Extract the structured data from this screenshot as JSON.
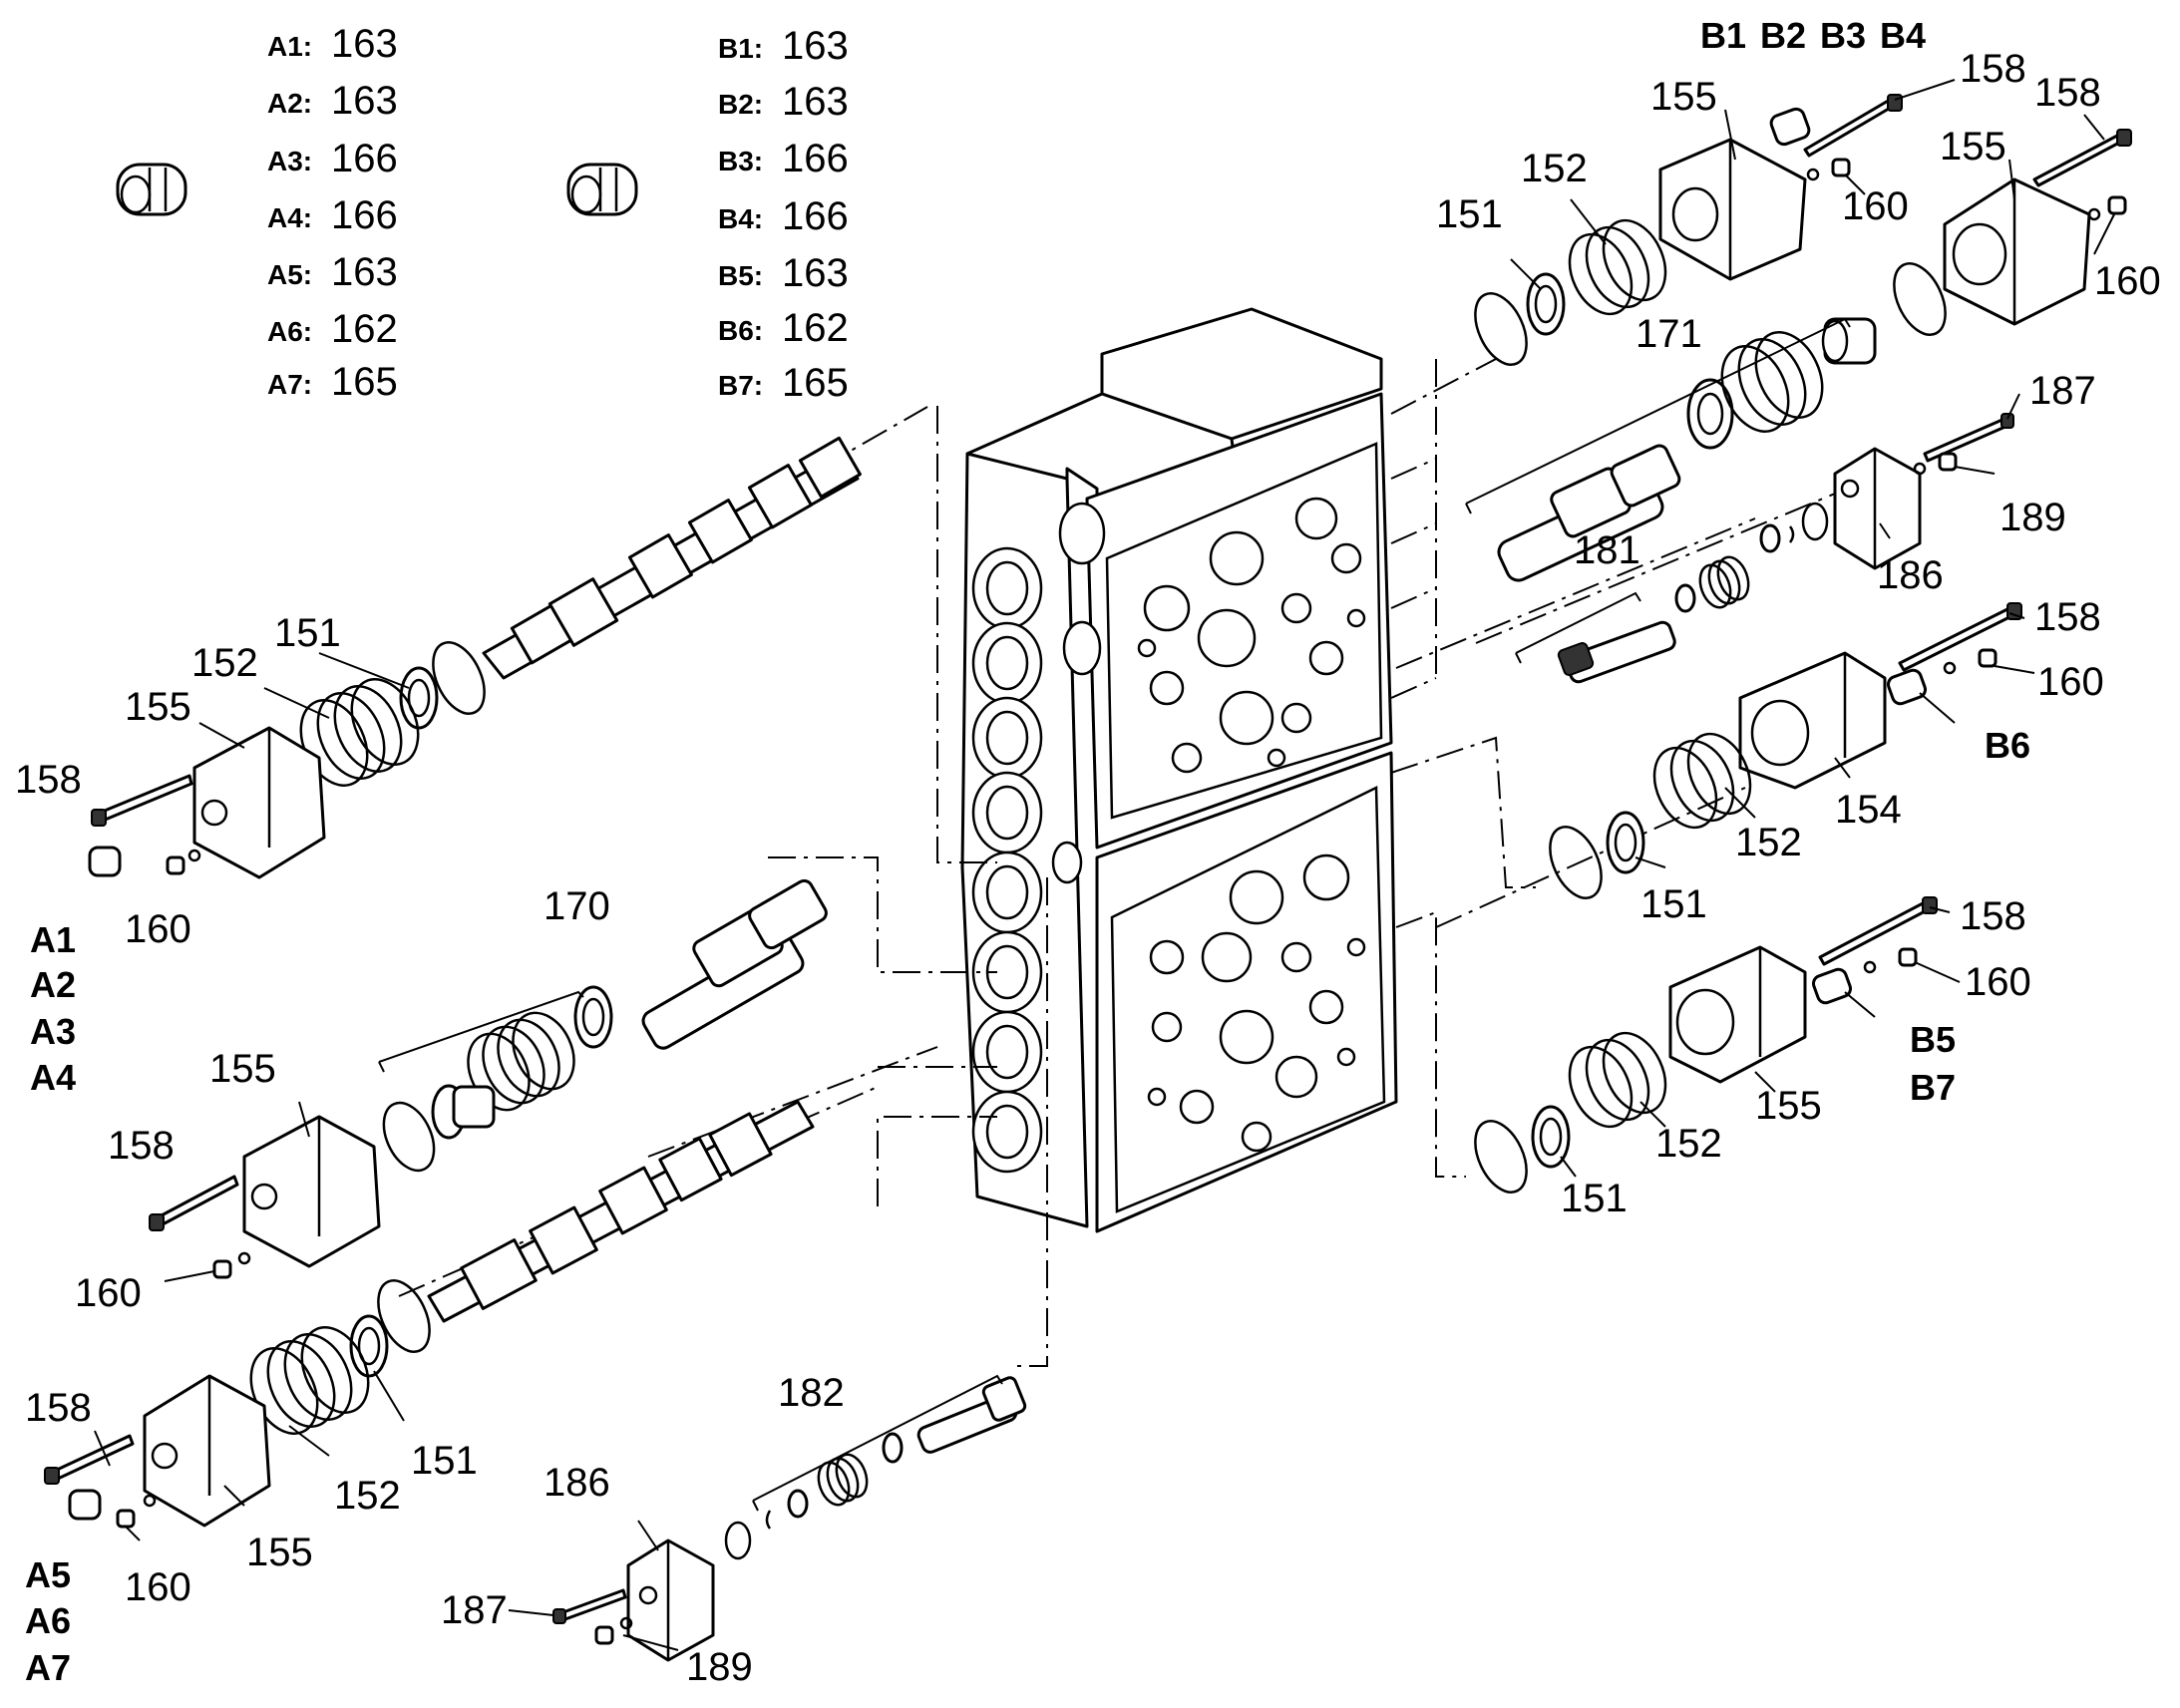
{
  "legend_a": [
    {
      "key": "A1:",
      "value": "163"
    },
    {
      "key": "A2:",
      "value": "163"
    },
    {
      "key": "A3:",
      "value": "166"
    },
    {
      "key": "A4:",
      "value": "166"
    },
    {
      "key": "A5:",
      "value": "163"
    },
    {
      "key": "A6:",
      "value": "162"
    },
    {
      "key": "A7:",
      "value": "165"
    }
  ],
  "legend_b": [
    {
      "key": "B1:",
      "value": "163"
    },
    {
      "key": "B2:",
      "value": "163"
    },
    {
      "key": "B3:",
      "value": "166"
    },
    {
      "key": "B4:",
      "value": "166"
    },
    {
      "key": "B5:",
      "value": "163"
    },
    {
      "key": "B6:",
      "value": "162"
    },
    {
      "key": "B7:",
      "value": "165"
    }
  ],
  "callouts": {
    "c151_a": "151",
    "c152_a": "152",
    "c155_a": "155",
    "c158_a": "158",
    "c160_a": "160",
    "c170": "170",
    "c155_b": "155",
    "c158_b": "158",
    "c160_b": "160",
    "c158_c": "158",
    "c152_c": "152",
    "c151_c": "151",
    "c155_c": "155",
    "c160_c": "160",
    "c182": "182",
    "c186_a": "186",
    "c187_a": "187",
    "c189_a": "189",
    "c158_d": "158",
    "c155_d": "155",
    "c160_d": "160",
    "c158_e": "158",
    "c155_e": "155",
    "c160_e": "160",
    "c151_f": "151",
    "c152_f": "152",
    "c171": "171",
    "c187_b": "187",
    "c189_b": "189",
    "c186_b": "186",
    "c181": "181",
    "c158_g": "158",
    "c160_g": "160",
    "c154": "154",
    "c152_g": "152",
    "c151_g": "151",
    "c158_h": "158",
    "c160_h": "160",
    "c155_h": "155",
    "c152_h": "152",
    "c151_h": "151"
  },
  "bold_tags": {
    "a1": "A1",
    "a2": "A2",
    "a3": "A3",
    "a4": "A4",
    "a5": "A5",
    "a6": "A6",
    "a7": "A7",
    "b1": "B1",
    "b2": "B2",
    "b3": "B3",
    "b4": "B4",
    "b5": "B5",
    "b6": "B6",
    "b7": "B7"
  }
}
